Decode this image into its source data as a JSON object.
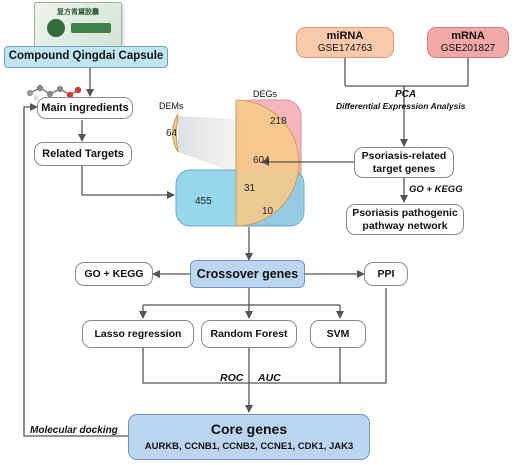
{
  "capsule_image": {
    "caption": "复方青黛胶囊"
  },
  "nodes": {
    "capsule": "Compound Qingdai Capsule",
    "main_ingredients": "Main ingredients",
    "related_targets": "Related Targets",
    "mirna_title": "miRNA",
    "mirna_id": "GSE174763",
    "mrna_title": "mRNA",
    "mrna_id": "GSE201827",
    "psoriasis_targets": "Psoriasis-related target genes",
    "pathway_network": "Psoriasis pathogenic pathway network",
    "go_kegg_left": "GO + KEGG",
    "crossover": "Crossover genes",
    "ppi": "PPI",
    "lasso": "Lasso regression",
    "random_forest": "Random Forest",
    "svm": "SVM",
    "core_title": "Core genes",
    "core_list": "AURKB, CCNB1, CCNB2, CCNE1, CDK1, JAK3"
  },
  "edge_labels": {
    "pca": "PCA",
    "dea": "Differential Expression Analysis",
    "go_kegg_right": "GO + KEGG",
    "roc": "ROC",
    "auc": "AUC",
    "docking": "Molecular docking"
  },
  "venn": {
    "dems_label": "DEMs",
    "degs_label": "DEGs",
    "dems_only": "64",
    "degs_only": "218",
    "dems_degs": "604",
    "triple": "31",
    "targets_only": "455",
    "targets_degs": "10"
  },
  "colors": {
    "blue_box": "#bcd6f2",
    "cyan_box": "#bfe5f0",
    "mirna_box": "#f9c9ac",
    "mrna_box": "#f3a8a8",
    "dems_fill": "#f6c98a",
    "degs_fill": "#f6b3b8",
    "targets_fill": "#86cfe8"
  }
}
